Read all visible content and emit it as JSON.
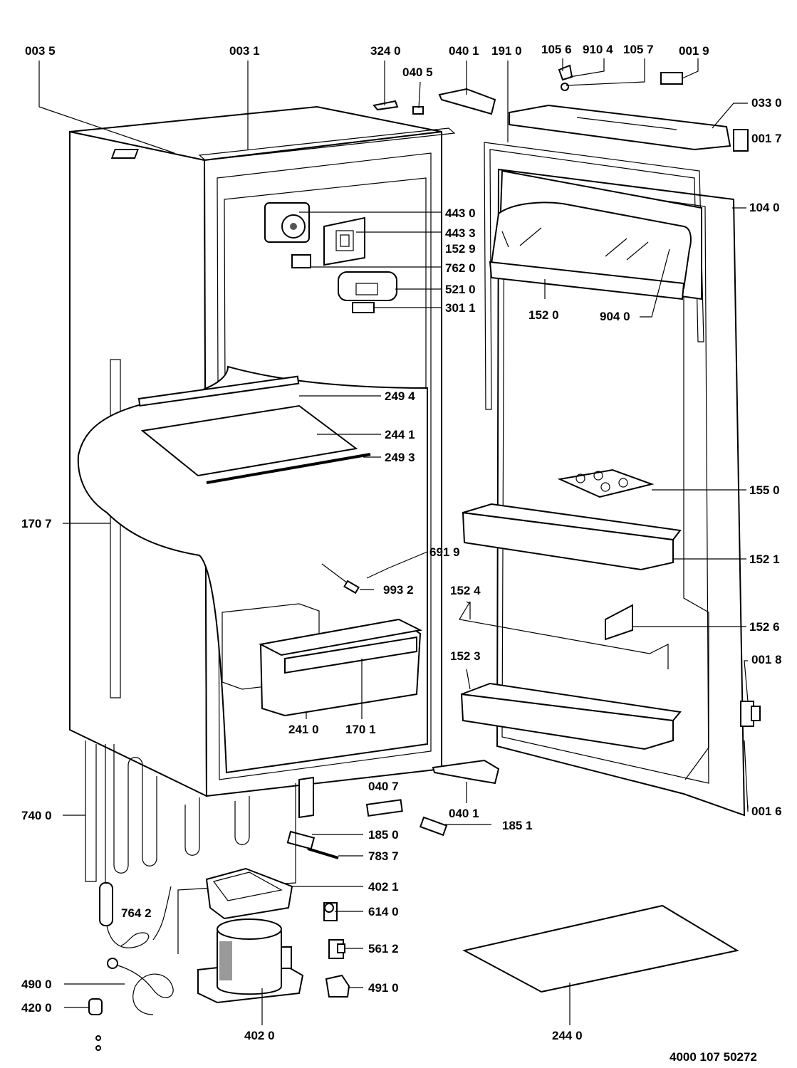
{
  "drawing_number": "4000 107 50272",
  "colors": {
    "ink": "#000000",
    "paper": "#ffffff"
  },
  "labels": {
    "l0035": "003 5",
    "l0031": "003 1",
    "l3240": "324 0",
    "l0405": "040 5",
    "l0401a": "040 1",
    "l1910": "191 0",
    "l1056": "105 6",
    "l9104": "910 4",
    "l1057": "105 7",
    "l0019": "001 9",
    "l0330": "033 0",
    "l0017": "001 7",
    "l1040": "104 0",
    "l4430": "443 0",
    "l4433": "443 3",
    "l1529": "152 9",
    "l7620": "762 0",
    "l5210": "521 0",
    "l3011": "301 1",
    "l1520": "152 0",
    "l9040": "904 0",
    "l2494": "249 4",
    "l2441": "244 1",
    "l2493": "249 3",
    "l1550": "155 0",
    "l1707": "170 7",
    "l1521": "152 1",
    "l6919": "691 9",
    "l9932": "993 2",
    "l1524": "152 4",
    "l1526": "152 6",
    "l0018": "001 8",
    "l1523": "152 3",
    "l2410": "241 0",
    "l1701": "170 1",
    "l0407": "040 7",
    "l0401b": "040 1",
    "l1851": "185 1",
    "l0016": "001 6",
    "l7400": "740 0",
    "l1850": "185 0",
    "l7837": "783 7",
    "l4021": "402 1",
    "l7642": "764 2",
    "l6140": "614 0",
    "l5612": "561 2",
    "l4900": "490 0",
    "l4910": "491 0",
    "l4200": "420 0",
    "l4020": "402 0",
    "l2440": "244 0"
  }
}
